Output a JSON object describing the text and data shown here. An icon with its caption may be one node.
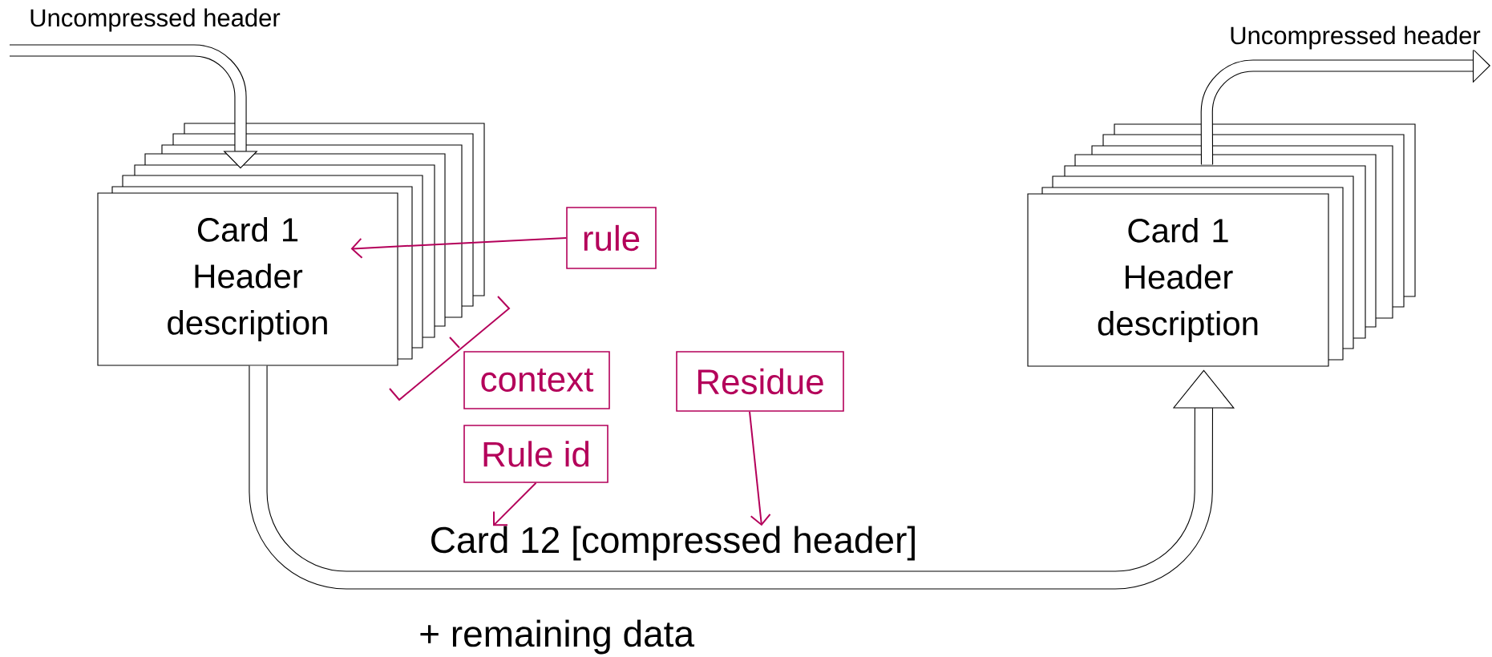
{
  "diagram": {
    "nodes": [
      {
        "text": [
          "Card 1",
          "Header description"
        ]
      },
      {
        "text": [
          "Card 1",
          "Header description"
        ]
      },
      {
        "text": [
          "rule"
        ]
      },
      {
        "text": [
          "context"
        ]
      },
      {
        "text": [
          "Rule id"
        ]
      },
      {
        "text": [
          "Residue"
        ]
      },
      {
        "text": [
          "Card 12 [compressed header]"
        ]
      }
    ],
    "edges": [
      {
        "from": null,
        "to": 0,
        "arrow": "to",
        "label": "Uncompressed header",
        "style": "thick"
      },
      {
        "from": 0,
        "to": 1,
        "arrow": "to",
        "style": "thick"
      },
      {
        "from": 1,
        "to": null,
        "arrow": "to",
        "label": "Uncompressed header",
        "style": "thick"
      },
      {
        "from": 2,
        "to": 0,
        "arrow": "to",
        "color": "#b4005a"
      },
      {
        "from": 4,
        "to": 6,
        "arrow": "to",
        "color": "#b4005a"
      },
      {
        "from": 5,
        "to": 6,
        "arrow": "to",
        "color": "#b4005a"
      }
    ],
    "labels": [
      "+ remaining data"
    ]
  }
}
